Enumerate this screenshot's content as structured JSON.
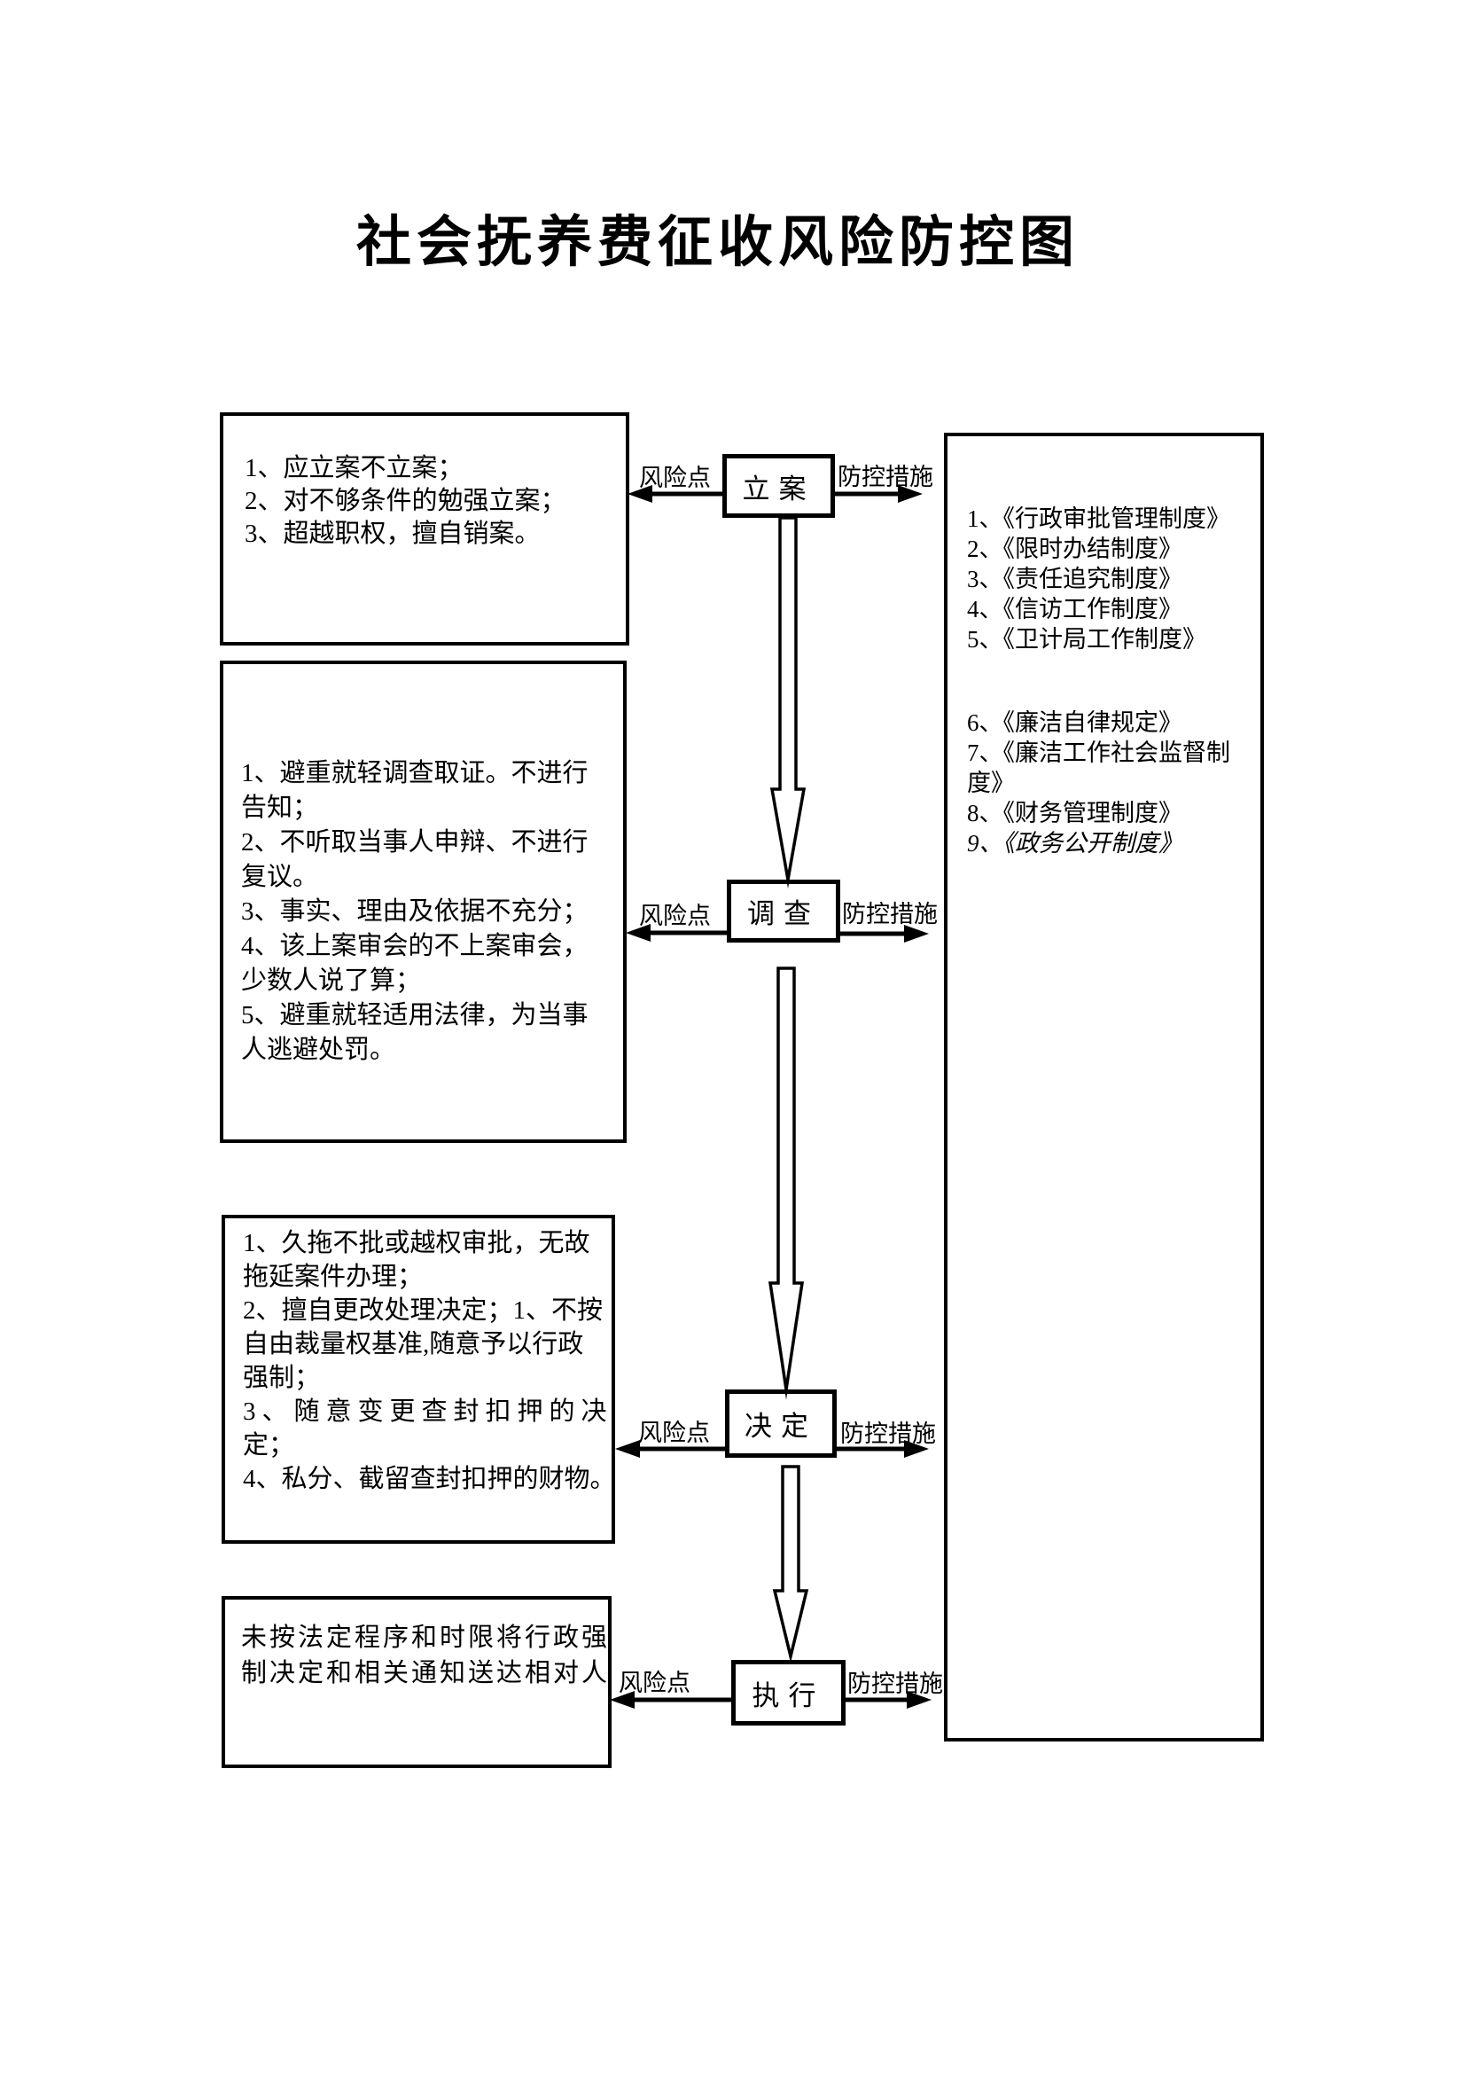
{
  "title": "社会抚养费征收风险防控图",
  "arrow_labels": {
    "risk": "风险点",
    "control": "防控措施"
  },
  "stages": [
    {
      "label": "立案"
    },
    {
      "label": "调查"
    },
    {
      "label": "决定"
    },
    {
      "label": "执行"
    }
  ],
  "risk_boxes": [
    {
      "stage": "立案",
      "lines": [
        "1、应立案不立案；",
        "2、对不够条件的勉强立案；",
        "3、超越职权，擅自销案。"
      ]
    },
    {
      "stage": "调查",
      "lines": [
        "1、避重就轻调查取证。不进行",
        "告知；",
        "2、不听取当事人申辩、不进行",
        "复议。",
        "3、事实、理由及依据不充分；",
        "4、该上案审会的不上案审会，",
        "少数人说了算；",
        "5、避重就轻适用法律，为当事",
        "人逃避处罚。"
      ]
    },
    {
      "stage": "决定",
      "lines": [
        "1、久拖不批或越权审批，无故",
        "拖延案件办理；",
        "2、擅自更改处理决定；1、不按",
        "自由裁量权基准,随意予以行政",
        "强制；",
        "3、随意变更查封扣押的决",
        "定；",
        "4、私分、截留查封扣押的财物。"
      ]
    },
    {
      "stage": "执行",
      "lines": [
        "未按法定程序和时限将行政强",
        "制决定和相关通知送达相对人"
      ]
    }
  ],
  "measures_box": {
    "top_lines": [
      "1、《行政审批管理制度》",
      "2、《限时办结制度》",
      "3、《责任追究制度》",
      "4、《信访工作制度》",
      "5、《卫计局工作制度》"
    ],
    "bottom_lines": [
      "6、《廉洁自律规定》",
      "7、《廉洁工作社会监督制",
      "度》",
      "8、《财务管理制度》",
      "9、《政务公开制度》"
    ]
  }
}
